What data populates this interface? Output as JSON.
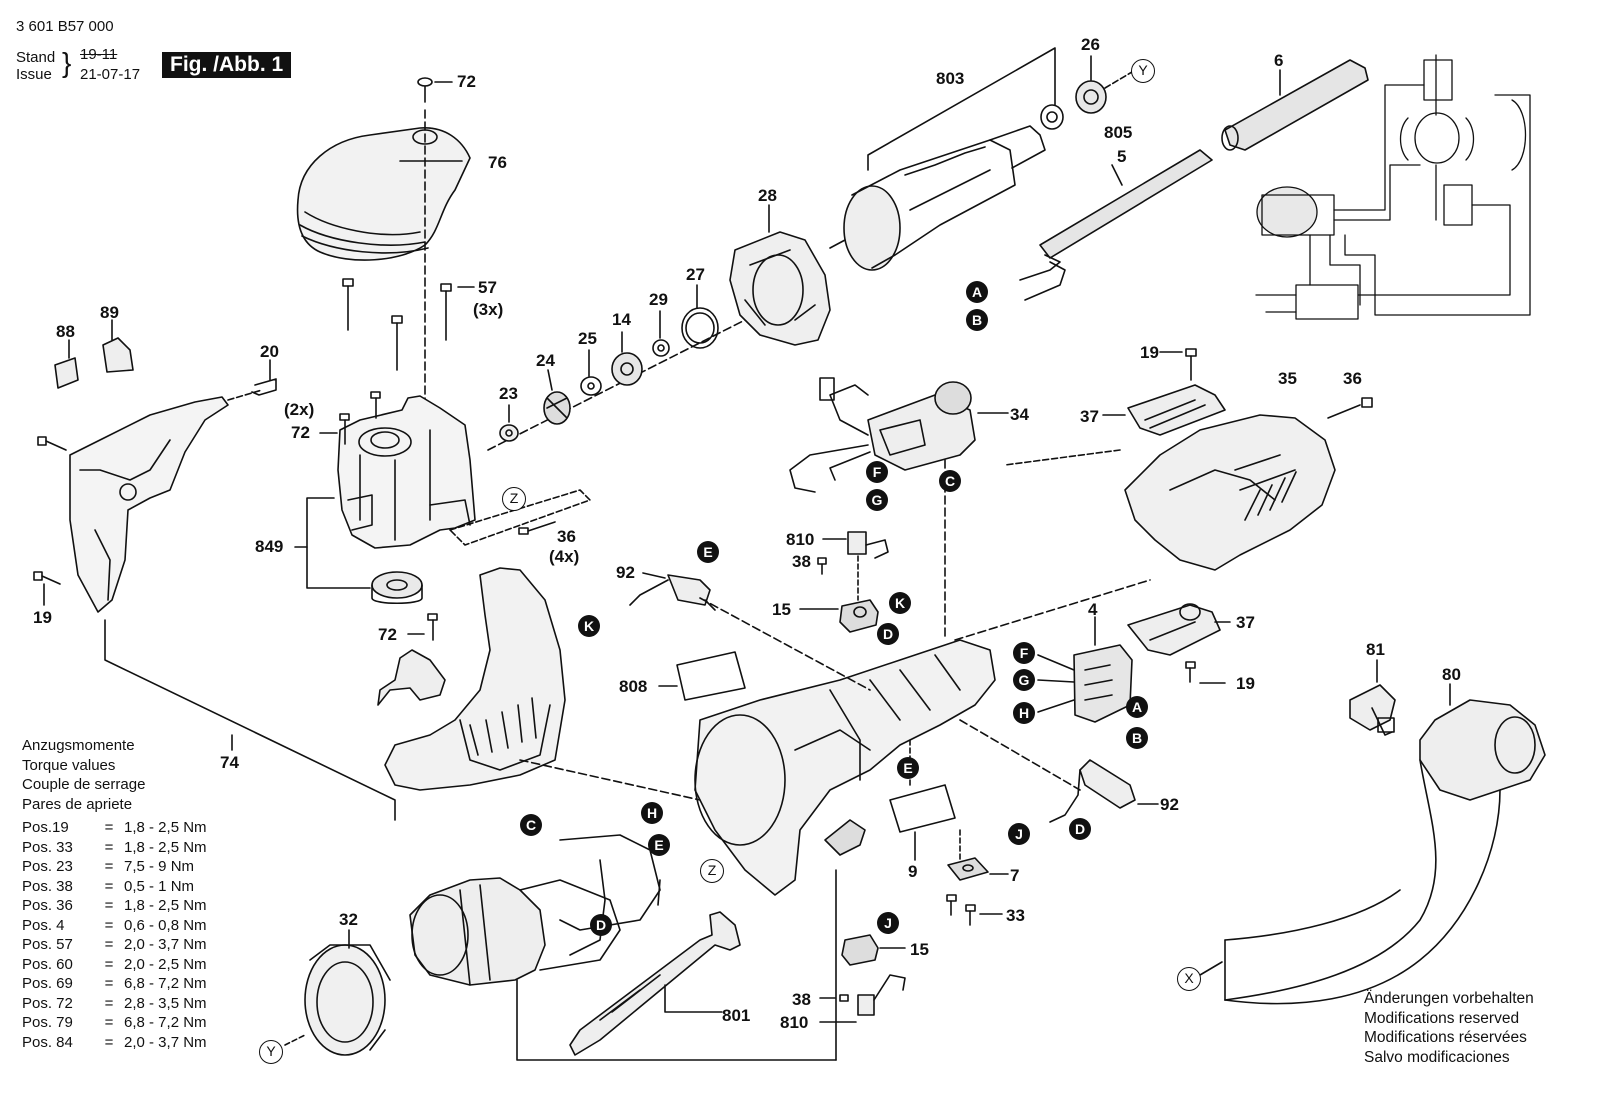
{
  "header": {
    "part_number": "3 601 B57 000",
    "stand_label": "Stand",
    "stand_date": "19-11",
    "issue_label": "Issue",
    "issue_date": "21-07-17",
    "figure": "Fig. /Abb. 1"
  },
  "part_labels": [
    {
      "id": "72a",
      "text": "72"
    },
    {
      "id": "76",
      "text": "76"
    },
    {
      "id": "57",
      "text": "57"
    },
    {
      "id": "3x",
      "text": "(3x)"
    },
    {
      "id": "88",
      "text": "88"
    },
    {
      "id": "89",
      "text": "89"
    },
    {
      "id": "20",
      "text": "20"
    },
    {
      "id": "2x",
      "text": "(2x)"
    },
    {
      "id": "72b",
      "text": "72"
    },
    {
      "id": "849",
      "text": "849"
    },
    {
      "id": "19a",
      "text": "19"
    },
    {
      "id": "72c",
      "text": "72"
    },
    {
      "id": "74",
      "text": "74"
    },
    {
      "id": "36a",
      "text": "36"
    },
    {
      "id": "4x",
      "text": "(4x)"
    },
    {
      "id": "23",
      "text": "23"
    },
    {
      "id": "24",
      "text": "24"
    },
    {
      "id": "25",
      "text": "25"
    },
    {
      "id": "14",
      "text": "14"
    },
    {
      "id": "29",
      "text": "29"
    },
    {
      "id": "27",
      "text": "27"
    },
    {
      "id": "28",
      "text": "28"
    },
    {
      "id": "803",
      "text": "803"
    },
    {
      "id": "26",
      "text": "26"
    },
    {
      "id": "805",
      "text": "805"
    },
    {
      "id": "5",
      "text": "5"
    },
    {
      "id": "6",
      "text": "6"
    },
    {
      "id": "34",
      "text": "34"
    },
    {
      "id": "19b",
      "text": "19"
    },
    {
      "id": "37a",
      "text": "37"
    },
    {
      "id": "35",
      "text": "35"
    },
    {
      "id": "36b",
      "text": "36"
    },
    {
      "id": "810a",
      "text": "810"
    },
    {
      "id": "38a",
      "text": "38"
    },
    {
      "id": "92a",
      "text": "92"
    },
    {
      "id": "15a",
      "text": "15"
    },
    {
      "id": "808",
      "text": "808"
    },
    {
      "id": "4",
      "text": "4"
    },
    {
      "id": "37b",
      "text": "37"
    },
    {
      "id": "19c",
      "text": "19"
    },
    {
      "id": "81",
      "text": "81"
    },
    {
      "id": "80",
      "text": "80"
    },
    {
      "id": "92b",
      "text": "92"
    },
    {
      "id": "9",
      "text": "9"
    },
    {
      "id": "7",
      "text": "7"
    },
    {
      "id": "33",
      "text": "33"
    },
    {
      "id": "15b",
      "text": "15"
    },
    {
      "id": "38b",
      "text": "38"
    },
    {
      "id": "810b",
      "text": "810"
    },
    {
      "id": "801",
      "text": "801"
    },
    {
      "id": "32",
      "text": "32"
    }
  ],
  "connector_markers": [
    {
      "id": "A1",
      "text": "A"
    },
    {
      "id": "B1",
      "text": "B"
    },
    {
      "id": "F1",
      "text": "F"
    },
    {
      "id": "G1",
      "text": "G"
    },
    {
      "id": "C1",
      "text": "C"
    },
    {
      "id": "E1",
      "text": "E"
    },
    {
      "id": "K1",
      "text": "K"
    },
    {
      "id": "K2",
      "text": "K"
    },
    {
      "id": "D1",
      "text": "D"
    },
    {
      "id": "F2",
      "text": "F"
    },
    {
      "id": "G2",
      "text": "G"
    },
    {
      "id": "H1",
      "text": "H"
    },
    {
      "id": "A2",
      "text": "A"
    },
    {
      "id": "B2",
      "text": "B"
    },
    {
      "id": "E2",
      "text": "E"
    },
    {
      "id": "C2",
      "text": "C"
    },
    {
      "id": "H2",
      "text": "H"
    },
    {
      "id": "E3",
      "text": "E"
    },
    {
      "id": "D2",
      "text": "D"
    },
    {
      "id": "J1",
      "text": "J"
    },
    {
      "id": "D3",
      "text": "D"
    },
    {
      "id": "J2",
      "text": "J"
    }
  ],
  "reference_markers": [
    {
      "id": "Y1",
      "text": "Y"
    },
    {
      "id": "Z1",
      "text": "Z"
    },
    {
      "id": "Z2",
      "text": "Z"
    },
    {
      "id": "Y2",
      "text": "Y"
    },
    {
      "id": "X1",
      "text": "X"
    }
  ],
  "torque_table": {
    "titles": [
      "Anzugsmomente",
      "Torque values",
      "Couple de serrage",
      "Pares de apriete"
    ],
    "rows": [
      {
        "pos": "Pos.19",
        "eq": "=",
        "value": "1,8 - 2,5 Nm"
      },
      {
        "pos": "Pos. 33",
        "eq": "=",
        "value": "1,8 - 2,5 Nm"
      },
      {
        "pos": "Pos. 23",
        "eq": "=",
        "value": "7,5 - 9 Nm"
      },
      {
        "pos": "Pos. 38",
        "eq": "=",
        "value": "0,5 - 1 Nm"
      },
      {
        "pos": "Pos. 36",
        "eq": "=",
        "value": "1,8 - 2,5 Nm"
      },
      {
        "pos": "Pos. 4",
        "eq": "=",
        "value": "0,6 - 0,8 Nm"
      },
      {
        "pos": "Pos. 57",
        "eq": "=",
        "value": "2,0 - 3,7 Nm"
      },
      {
        "pos": "Pos. 60",
        "eq": "=",
        "value": "2,0 - 2,5 Nm"
      },
      {
        "pos": "Pos. 69",
        "eq": "=",
        "value": "6,8 - 7,2 Nm"
      },
      {
        "pos": "Pos. 72",
        "eq": "=",
        "value": "2,8 - 3,5 Nm"
      },
      {
        "pos": "Pos. 79",
        "eq": "=",
        "value": "6,8 - 7,2 Nm"
      },
      {
        "pos": "Pos. 84",
        "eq": "=",
        "value": "2,0 - 3,7 Nm"
      }
    ]
  },
  "notice": [
    "Änderungen vorbehalten",
    "Modifications reserved",
    "Modifications réservées",
    "Salvo modificaciones"
  ]
}
